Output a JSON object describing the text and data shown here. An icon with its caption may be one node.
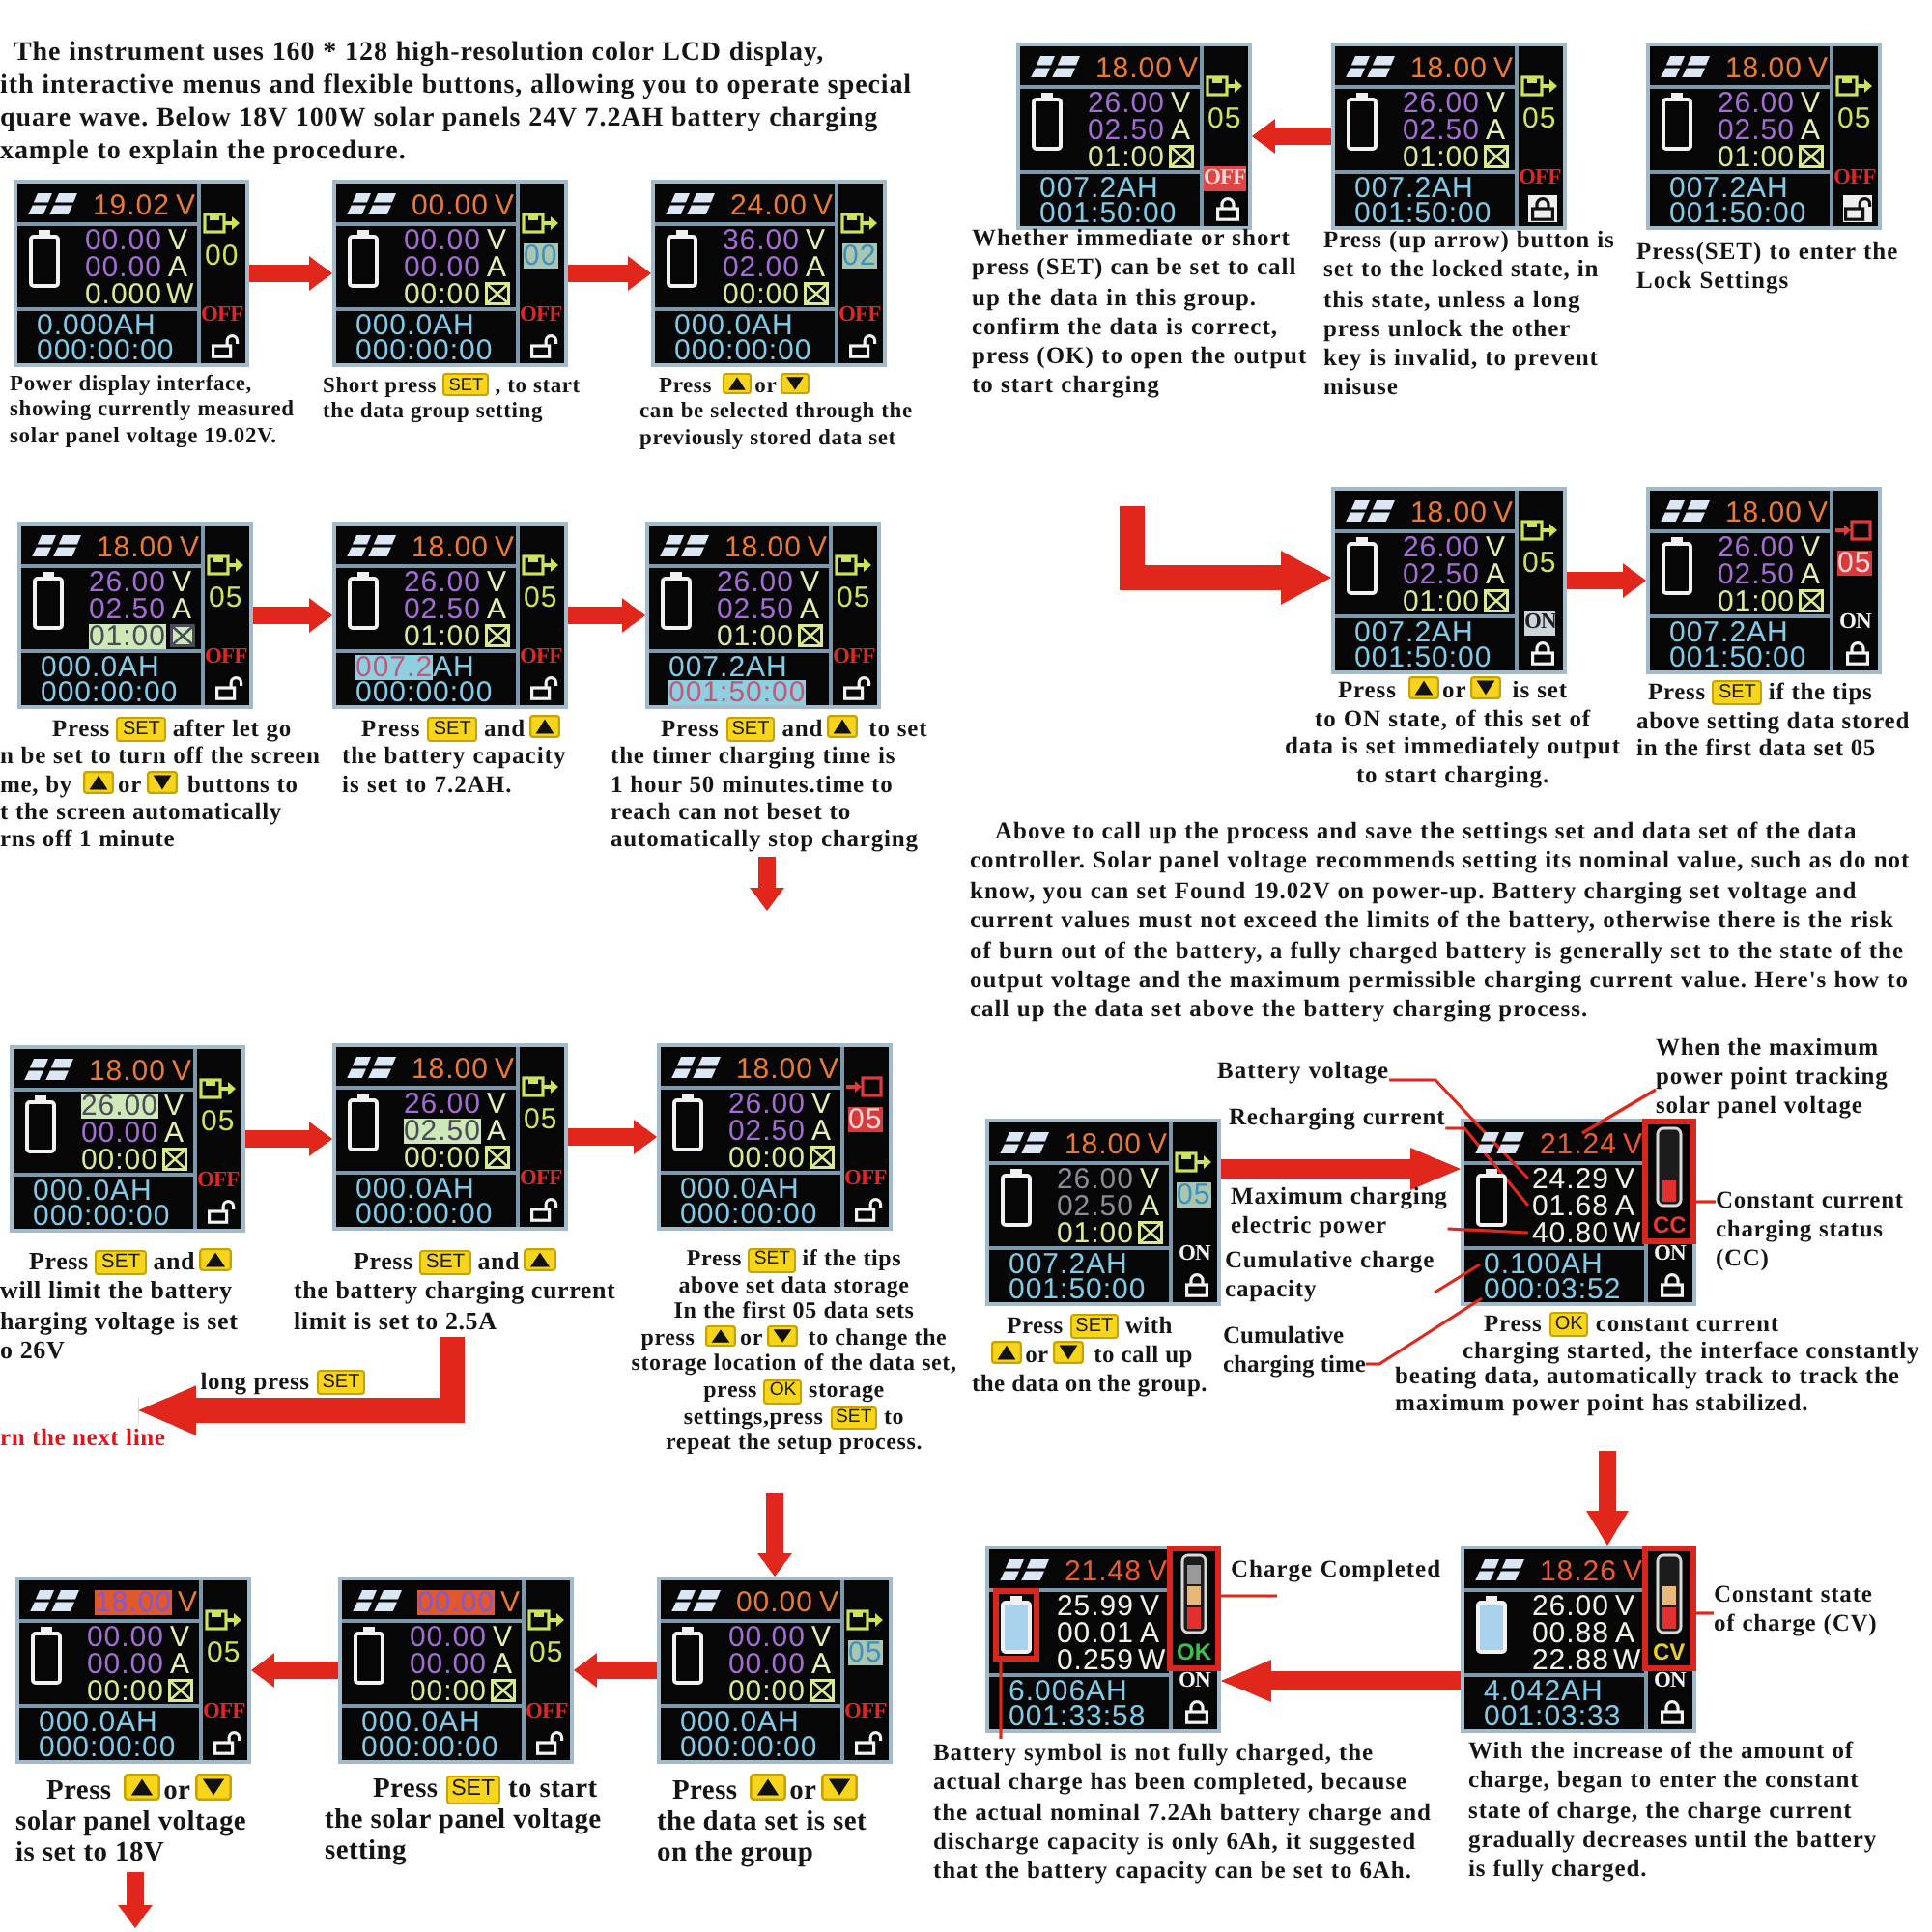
{
  "diagram": {
    "nodes": [
      {
        "text": [
          "19.02",
          "V",
          "00.00",
          "V",
          "00.00",
          "A",
          "0.000",
          "W",
          "00",
          "OFF",
          "0.000AH",
          "000:00:00"
        ],
        "beside": [
          "Power display interface, showing currently measured solar panel voltage 19.02V."
        ]
      },
      {
        "text": [
          "00.00",
          "V",
          "00.00",
          "V",
          "00.00",
          "A",
          "00:00",
          "00",
          "OFF",
          "000.0AH",
          "000:00:00"
        ],
        "beside": [
          "Short press SET , to start the data group setting"
        ]
      },
      {
        "text": [
          "24.00",
          "V",
          "36.00",
          "V",
          "02.00",
          "A",
          "00:00",
          "02",
          "OFF",
          "000.0AH",
          "000:00:00"
        ],
        "beside": [
          "Press or can be selected through the previously stored data set"
        ]
      },
      {
        "text": [
          "18.00",
          "V",
          "26.00",
          "V",
          "02.50",
          "A",
          "01:00",
          "05",
          "OFF",
          "000.0AH",
          "000:00:00"
        ],
        "beside": [
          "Press SET after let go n be set to turn off the screen me, by or buttons to t the screen automatically rns off 1 minute"
        ]
      },
      {
        "text": [
          "18.00",
          "V",
          "26.00",
          "V",
          "02.50",
          "A",
          "01:00",
          "05",
          "OFF",
          "007.2",
          "AH",
          "000:00:00"
        ],
        "beside": [
          "Press SET and the battery capacity is set to 7.2AH."
        ]
      },
      {
        "text": [
          "18.00",
          "V",
          "26.00",
          "V",
          "02.50",
          "A",
          "01:00",
          "05",
          "OFF",
          "007.2AH",
          "001:50:00"
        ],
        "beside": [
          "Press SET and to set the timer charging time is 1 hour 50 minutes.time to reach can not beset to automatically stop charging"
        ]
      },
      {
        "text": [
          "18.00",
          "V",
          "26.00",
          "V",
          "00.00",
          "A",
          "00:00",
          "05",
          "OFF",
          "000.0AH",
          "000:00:00"
        ],
        "beside": [
          "Press SET and will limit the battery harging voltage is set o 26V"
        ]
      },
      {
        "text": [
          "18.00",
          "V",
          "26.00",
          "V",
          "02.50",
          "A",
          "00:00",
          "05",
          "OFF",
          "000.0AH",
          "000:00:00"
        ],
        "beside": [
          "Press SET and the battery charging current limit is set to 2.5A"
        ]
      },
      {
        "text": [
          "18.00",
          "V",
          "26.00",
          "V",
          "02.50",
          "A",
          "00:00",
          "05",
          "OFF",
          "000.0AH",
          "000:00:00"
        ],
        "beside": [
          "Press SET if the tips above set data storage In the first 05 data sets press or to change the storage location of the data set, press OK storage settings,press SET to repeat the setup process."
        ]
      },
      {
        "text": [
          "18.00",
          "V",
          "00.00",
          "V",
          "00.00",
          "A",
          "00:00",
          "05",
          "OFF",
          "000.0AH",
          "000:00:00"
        ],
        "beside": [
          "Press or solar panel voltage is set to 18V"
        ]
      },
      {
        "text": [
          "00.00",
          "V",
          "00.00",
          "V",
          "00.00",
          "A",
          "00:00",
          "05",
          "OFF",
          "000.0AH",
          "000:00:00"
        ],
        "beside": [
          "Press SET to start the solar panel voltage setting"
        ]
      },
      {
        "text": [
          "00.00",
          "V",
          "00.00",
          "V",
          "00.00",
          "A",
          "00:00",
          "05",
          "OFF",
          "000.0AH",
          "000:00:00"
        ],
        "beside": [
          "Press or the data set is set on the group"
        ]
      },
      {
        "text": [
          "18.00",
          "V",
          "26.00",
          "V",
          "02.50",
          "A",
          "01:00",
          "05",
          "OFF",
          "007.2AH",
          "001:50:00"
        ],
        "beside": [
          "Whether immediate or short press (SET) can be set to call up the data in this group. confirm the data is correct, press (OK) to open the output to start charging"
        ]
      },
      {
        "text": [
          "18.00",
          "V",
          "26.00",
          "V",
          "02.50",
          "A",
          "01:00",
          "05",
          "OFF",
          "007.2AH",
          "001:50:00"
        ],
        "beside": [
          "Press (up arrow) button is set to the locked state, in this state, unless a long press unlock the other key is invalid, to prevent misuse"
        ]
      },
      {
        "text": [
          "18.00",
          "V",
          "26.00",
          "V",
          "02.50",
          "A",
          "01:00",
          "05",
          "OFF",
          "007.2AH",
          "001:50:00"
        ],
        "beside": [
          "Press(SET) to enter the Lock Settings"
        ]
      },
      {
        "text": [
          "18.00",
          "V",
          "26.00",
          "V",
          "02.50",
          "A",
          "01:00",
          "05",
          "ON",
          "007.2AH",
          "001:50:00"
        ],
        "beside": [
          "Press or is set to ON state, of this set of data is set immediately output to start charging."
        ]
      },
      {
        "text": [
          "18.00",
          "V",
          "26.00",
          "V",
          "02.50",
          "A",
          "01:00",
          "05",
          "ON",
          "007.2AH",
          "001:50:00"
        ],
        "beside": [
          "Press SET if the tips above setting data stored in the first data set 05"
        ]
      },
      {
        "text": [
          "18.00",
          "V",
          "26.00",
          "V",
          "02.50",
          "A",
          "01:00",
          "05",
          "ON",
          "007.2AH",
          "001:50:00"
        ],
        "beside": [
          "Press SET with or to call up the data on the group."
        ]
      },
      {
        "text": [
          "Battery voltage"
        ]
      },
      {
        "text": [
          "Recharging current"
        ]
      },
      {
        "text": [
          "Maximum charging electric power"
        ]
      },
      {
        "text": [
          "Cumulative charge capacity"
        ]
      },
      {
        "text": [
          "Cumulative charging time"
        ]
      },
      {
        "text": [
          "When the maximum power point tracking solar panel voltage"
        ]
      },
      {
        "text": [
          "21.24",
          "V",
          "24.29",
          "V",
          "01.68",
          "A",
          "40.80",
          "W",
          "CC",
          "ON",
          "0.100AH",
          "000:03:52"
        ],
        "beside": [
          "Press OK constant current charging started, the interface constantly beating data, automatically track to track the maximum power point has stabilized."
        ]
      },
      {
        "text": [
          "Constant current charging status (CC)"
        ]
      },
      {
        "text": [
          "21.48",
          "V",
          "25.99",
          "V",
          "00.01",
          "A",
          "0.259",
          "W",
          "OK",
          "ON",
          "6.006AH",
          "001:33:58"
        ]
      },
      {
        "text": [
          "Charge Completed"
        ]
      },
      {
        "text": [
          "18.26",
          "V",
          "26.00",
          "V",
          "00.88",
          "A",
          "22.88",
          "W",
          "CV",
          "ON",
          "4.042AH",
          "001:03:33"
        ],
        "beside": [
          "With the increase of the amount of charge, began to enter the constant state of charge, the charge current gradually decreases until the battery is fully charged."
        ]
      },
      {
        "text": [
          "Constant state of charge (CV)"
        ]
      },
      {
        "text": [
          "Battery symbol is not fully charged, the actual charge has been completed, because the actual nominal 7.2Ah battery charge and discharge capacity is only 6Ah, it suggested that the battery capacity can be set to 6Ah."
        ]
      },
      {
        "text": [
          "rn the next line"
        ]
      }
    ],
    "edges": [
      {
        "from": 0,
        "to": 1,
        "arrow": "to"
      },
      {
        "from": 1,
        "to": 2,
        "arrow": "to"
      },
      {
        "from": 3,
        "to": 4,
        "arrow": "to"
      },
      {
        "from": 4,
        "to": 5,
        "arrow": "to"
      },
      {
        "from": 6,
        "to": 7,
        "arrow": "to"
      },
      {
        "from": 7,
        "to": 8,
        "arrow": "to"
      },
      {
        "from": 7,
        "to": 31,
        "arrow": "to",
        "label": "long press SET"
      },
      {
        "from": null,
        "to": 11,
        "arrow": "to"
      },
      {
        "from": 11,
        "to": 10,
        "arrow": "to"
      },
      {
        "from": 10,
        "to": 9,
        "arrow": "to"
      },
      {
        "from": 13,
        "to": 12,
        "arrow": "to"
      },
      {
        "from": null,
        "to": 15,
        "arrow": "to"
      },
      {
        "from": 15,
        "to": 16,
        "arrow": "to"
      },
      {
        "from": 17,
        "to": 24,
        "arrow": "to"
      },
      {
        "from": 18,
        "to": 24,
        "arrow": "none"
      },
      {
        "from": 19,
        "to": 24,
        "arrow": "none"
      },
      {
        "from": 20,
        "to": 24,
        "arrow": "none"
      },
      {
        "from": 21,
        "to": 24,
        "arrow": "none"
      },
      {
        "from": 22,
        "to": 24,
        "arrow": "none"
      },
      {
        "from": 23,
        "to": 24,
        "arrow": "none"
      },
      {
        "from": 25,
        "to": 24,
        "arrow": "none"
      },
      {
        "from": null,
        "to": 28,
        "arrow": "to"
      },
      {
        "from": 27,
        "to": 26,
        "arrow": "none"
      },
      {
        "from": 28,
        "to": 26,
        "arrow": "to"
      },
      {
        "from": 30,
        "to": 26,
        "arrow": "none"
      },
      {
        "from": 29,
        "to": 28,
        "arrow": "none"
      }
    ],
    "labels": [
      "The instrument uses 160 * 128 high-resolution color LCD display, ith interactive menus and flexible buttons, allowing you to operate special quare wave. Below 18V 100W solar panels 24V 7.2AH battery charging xample to explain the procedure.",
      "Above to call up the process and save the settings set and data set of the data controller. Solar panel voltage recommends setting its nominal value, such as do not know, you can set Found 19.02V on power-up. Battery charging set voltage and current values must not exceed the limits of the battery, otherwise there is the risk of burn out of the battery, a fully charged battery is generally set to the state of the output voltage and the maximum permissible charging current value. Here's how to call up the data set above the battery charging process."
    ]
  }
}
